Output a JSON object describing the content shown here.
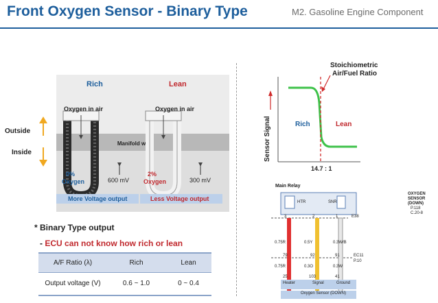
{
  "header": {
    "title": "Front Oxygen Sensor - Binary Type",
    "subtitle": "M2. Gasoline Engine Component"
  },
  "sensor_diagram": {
    "rich_label": "Rich",
    "lean_label": "Lean",
    "oxygen_in_air_left": "Oxygen in air",
    "oxygen_in_air_right": "Oxygen in air",
    "outside_label": "Outside",
    "inside_label": "Inside",
    "manifold_wall": "Manifold wall",
    "rich_oxygen_pct": "0%",
    "rich_oxygen_word": "Oxygen",
    "lean_oxygen_pct": "2%",
    "lean_oxygen_word": "Oxygen",
    "rich_voltage": "600 mV",
    "lean_voltage": "300 mV",
    "rich_caption": "More Voltage output",
    "lean_caption": "Less Voltage output",
    "colors": {
      "rich": "#1d5e9c",
      "lean": "#c0282d",
      "arrow": "#f0a820",
      "caption_bg": "#bcd0ea"
    }
  },
  "signal_graph": {
    "stoich_line1": "Stoichiometric",
    "stoich_line2": "Air/Fuel Ratio",
    "y_label": "Sensor Signal",
    "rich_label": "Rich",
    "lean_label": "Lean",
    "x_tick": "14.7 : 1",
    "curve_color": "#3ec24a"
  },
  "wiring": {
    "main_relay": "Main Relay",
    "sensor_line1": "OXYGEN",
    "sensor_line2": "SENSOR",
    "sensor_line3": "(DOWN)",
    "htr_label": "HTR",
    "snr_label": "SNR",
    "p_ref1": "P.118",
    "c_ref": "C.20-8",
    "pin_3": "3",
    "pin_2": "2",
    "pin_1": "1",
    "conn_e38": "E38",
    "wire_1": "0.75R",
    "wire_2": "0.5Y",
    "wire_3": "0.3W/B",
    "pin_79": "79",
    "pin_92": "92",
    "pin_91": "91",
    "conn_ec11": "EC11",
    "p_ref2": "P.10",
    "wire_4": "0.75R",
    "wire_5": "0.3O",
    "wire_6": "0.3W",
    "pin_25": "25",
    "pin_103": "103",
    "pin_41": "41",
    "bottom_heater": "Heater",
    "bottom_signal": "Signal",
    "bottom_ground": "Ground",
    "bottom_caption": "Oxygen Sensor (DOWN)"
  },
  "binary_output": {
    "title": "* Binary Type output",
    "note_dash": "-",
    "note_text": "ECU can not know how rich or lean"
  },
  "table": {
    "headers": [
      "A/F Ratio (λ)",
      "Rich",
      "Lean"
    ],
    "row": [
      "Output voltage (V)",
      "0.6 ~ 1.0",
      "0 ~ 0.4"
    ]
  }
}
